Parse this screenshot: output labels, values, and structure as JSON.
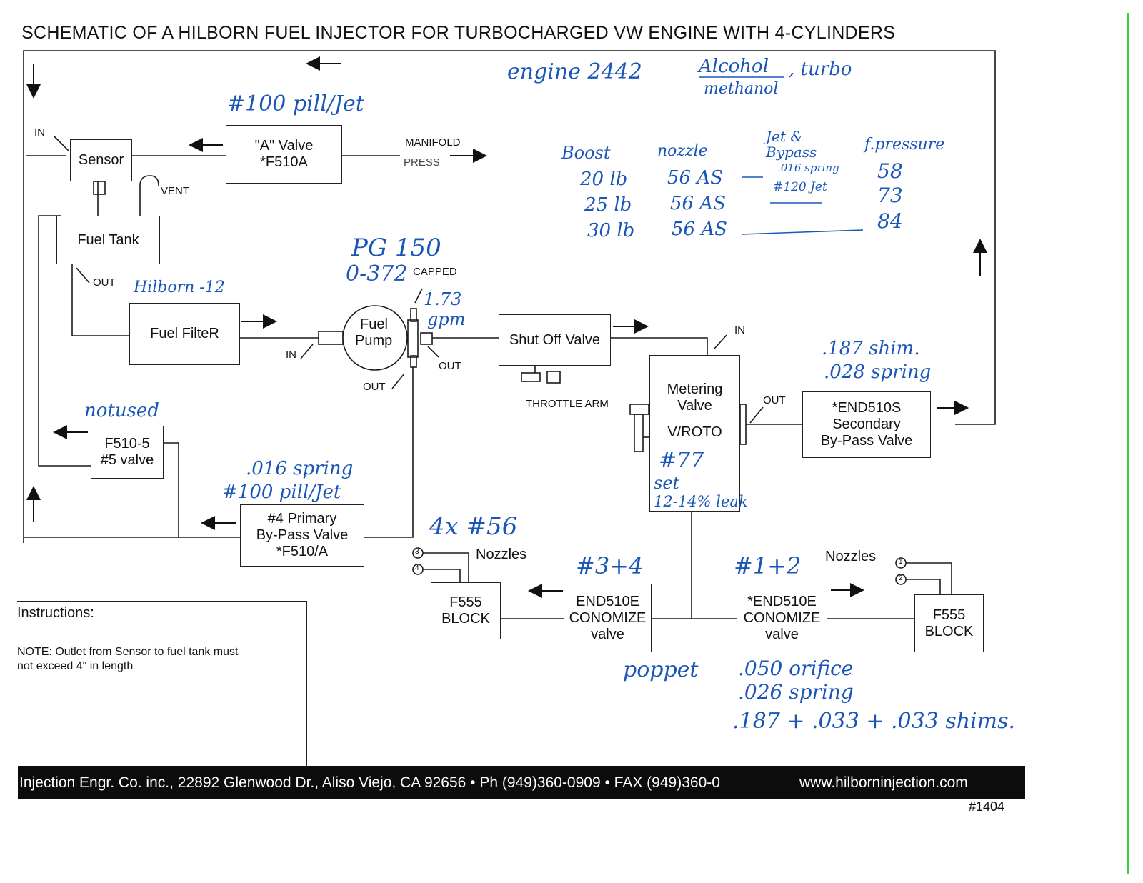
{
  "title": "SCHEMATIC OF A HILBORN FUEL INJECTOR FOR TURBOCHARGED VW ENGINE WITH 4-CYLINDERS",
  "components": {
    "sensor": "Sensor",
    "a_valve": [
      "\"A\" Valve",
      "*F510A"
    ],
    "fuel_tank": "Fuel Tank",
    "fuel_filter": "Fuel FilteR",
    "fuel_pump": [
      "Fuel",
      "Pump"
    ],
    "shutoff_valve": "Shut Off Valve",
    "metering_valve": [
      "Metering",
      "Valve",
      "V/ROTO"
    ],
    "secondary_bypass": [
      "*END510S",
      "Secondary",
      "By-Pass Valve"
    ],
    "f510_5": [
      "F510-5",
      "#5 valve"
    ],
    "primary_bypass": [
      "#4 Primary",
      "By-Pass Valve",
      "*F510/A"
    ],
    "f555_left": [
      "F555",
      "BLOCK"
    ],
    "f555_right": [
      "F555",
      "BLOCK"
    ],
    "economizer_left": [
      "END510E",
      "CONOMIZE",
      "valve"
    ],
    "economizer_right": [
      "*END510E",
      "CONOMIZE",
      "valve"
    ]
  },
  "labels": {
    "in_sensor": "IN",
    "vent": "VENT",
    "manifold": "MANIFOLD",
    "press": "PRESS",
    "out_tank": "OUT",
    "in_pump": "IN",
    "capped": "CAPPED",
    "out_pump_right": "OUT",
    "out_pump_bottom": "OUT",
    "in_metering": "IN",
    "throttle_arm": "THROTTLE ARM",
    "out_metering": "OUT",
    "nozzles_left": "Nozzles",
    "nozzles_right": "Nozzles",
    "nozzle_numbers": [
      "3",
      "4",
      "1",
      "2"
    ]
  },
  "notes": {
    "heading": "Instructions:",
    "line1": "NOTE: Outlet from Sensor to fuel tank must",
    "line2": "not exceed 4\" in length"
  },
  "footer": {
    "address": "Injection Engr. Co. inc., 22892 Glenwood Dr., Aliso Viejo, CA 92656 • Ph (949)360-0909 • FAX (949)360-0",
    "url": "www.hilborninjection.com",
    "doc_number": "#1404"
  },
  "handwritten": {
    "engine": "engine 2442",
    "alcohol": "Alcohol",
    "turbo": ", turbo",
    "methanol": "methanol",
    "pill_jet_top": "#100 pill/Jet",
    "pg150": "PG 150",
    "range": "0-372",
    "hilborn": "Hilborn -12",
    "gpm_value": "1.73",
    "gpm_unit": "gpm",
    "not_used": "notused",
    "spring_016": ".016 spring",
    "pill_jet_100": "#100 pill/Jet",
    "nozzle_count": "4x #56",
    "set_77": "#77",
    "set_label": "set",
    "leak": "12-14% leak",
    "econ_34": "#3+4",
    "econ_12": "#1+2",
    "shim_187": ".187 shim.",
    "spring_028": ".028 spring",
    "poppet": "poppet",
    "orifice": ".050 orifice",
    "spring_026": ".026 spring",
    "shims": ".187 + .033 + .033  shims."
  },
  "table": {
    "headers": [
      "Boost",
      "nozzle",
      "Jet & Bypass",
      "f.pressure"
    ],
    "rows": [
      [
        "20 lb",
        "56 AS",
        ".016 spring",
        "58"
      ],
      [
        "25 lb",
        "56 AS",
        "#120 Jet",
        "73"
      ],
      [
        "30 lb",
        "56 AS",
        "",
        "84"
      ]
    ]
  }
}
